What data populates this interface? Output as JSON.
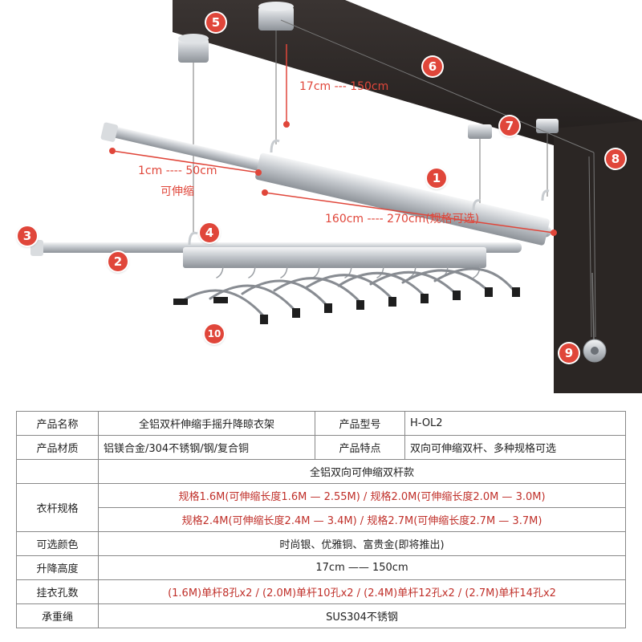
{
  "callouts": [
    "1",
    "2",
    "3",
    "4",
    "5",
    "6",
    "7",
    "8",
    "9",
    "10"
  ],
  "dimensions": {
    "lift_height": "17cm --- 150cm",
    "telescope_length": "1cm ---- 50cm",
    "telescope_note": "可伸缩",
    "rod_length": "160cm ---- 270cm(规格可选)"
  },
  "colors": {
    "accent": "#e0463a",
    "frame": "#2b2624",
    "metal": "#c9ccd0"
  },
  "table": {
    "row1": {
      "label": "产品名称",
      "value": "全铝双杆伸缩手摇升降晾衣架",
      "label2": "产品型号",
      "value2": "H-OL2"
    },
    "row2": {
      "label": "产品材质",
      "value": "铝镁合金/304不锈钢/钢/复合铜",
      "label2": "产品特点",
      "value2": "双向可伸缩双杆、多种规格可选"
    },
    "row3": {
      "value": "全铝双向可伸缩双杆款"
    },
    "row4": {
      "label": "衣杆规格",
      "spec_a": "规格1.6M(可伸缩长度1.6M — 2.55M) / 规格2.0M(可伸缩长度2.0M — 3.0M)",
      "spec_b": "规格2.4M(可伸缩长度2.4M — 3.4M) / 规格2.7M(可伸缩长度2.7M — 3.7M)"
    },
    "row5": {
      "label": "可选颜色",
      "value": "时尚银、优雅铜、富贵金(即将推出)"
    },
    "row6": {
      "label": "升降高度",
      "value": "17cm —— 150cm"
    },
    "row7": {
      "label": "挂衣孔数",
      "value": "(1.6M)单杆8孔x2 / (2.0M)单杆10孔x2 / (2.4M)单杆12孔x2 / (2.7M)单杆14孔x2"
    },
    "row8": {
      "label": "承重绳",
      "value": "SUS304不锈钢"
    }
  }
}
